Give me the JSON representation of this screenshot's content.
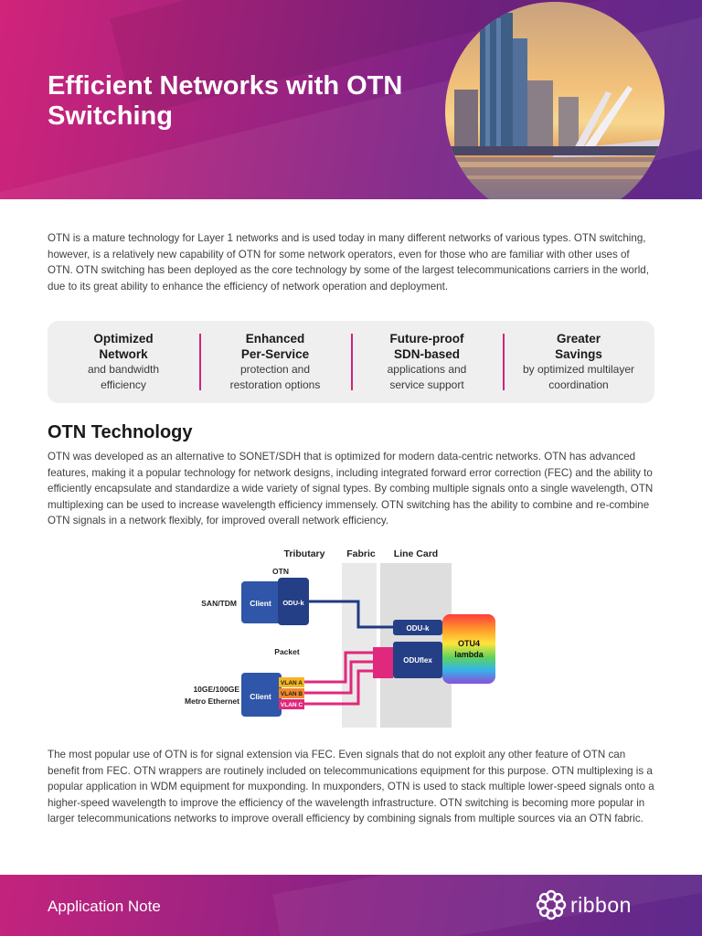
{
  "header": {
    "title": "Efficient Networks with OTN Switching"
  },
  "intro": "OTN is a mature technology for Layer 1 networks and is used today in many different networks of various types. OTN switching, however, is a relatively new capability of OTN for some network operators, even for those who are familiar with other uses of OTN. OTN switching has been deployed as the core technology by some of the largest telecommunications carriers in the world, due to its great ability to enhance the efficiency of network operation and deployment.",
  "features": [
    {
      "title_1": "Optimized",
      "title_2": "Network",
      "sub_1": "and bandwidth",
      "sub_2": "efficiency"
    },
    {
      "title_1": "Enhanced",
      "title_2": "Per-Service",
      "sub_1": "protection and",
      "sub_2": "restoration options"
    },
    {
      "title_1": "Future-proof",
      "title_2": "SDN-based",
      "sub_1": "applications and",
      "sub_2": "service support"
    },
    {
      "title_1": "Greater",
      "title_2": "Savings",
      "sub_1": "by optimized multilayer",
      "sub_2": "coordination"
    }
  ],
  "technology": {
    "heading": "OTN Technology",
    "body": "OTN was developed as an alternative to SONET/SDH that is optimized for modern data-centric networks. OTN has advanced features, making it a popular technology for network designs, including integrated forward error correction (FEC) and the ability to efficiently encapsulate and standardize a wide variety of signal types. By combing multiple signals onto a single wavelength, OTN multiplexing can be used to increase wavelength efficiency immensely. OTN switching has the ability to combine and re-combine OTN signals in a network flexibly, for improved overall network efficiency."
  },
  "diagram": {
    "col_tributary": "Tributary",
    "col_fabric": "Fabric",
    "col_linecard": "Line Card",
    "otn_label": "OTN",
    "san_label": "SAN/TDM",
    "client_1": "Client",
    "oduk_trib": "ODU-k",
    "oduk_line": "ODU-k",
    "packet_label": "Packet",
    "oduflex": "ODUflex",
    "eth_label_1": "10GE/100GE",
    "eth_label_2": "Metro Ethernet",
    "client_2": "Client",
    "vlan_a": "VLAN A",
    "vlan_b": "VLAN B",
    "vlan_c": "VLAN C",
    "otu4_1": "OTU4",
    "otu4_2": "lambda",
    "colors": {
      "client": "#2f56a8",
      "odu": "#253f86",
      "link": "#1f3a82",
      "pink": "#e0287c",
      "vlan_a": "#f5b523",
      "vlan_b": "#f0892b",
      "vlan_c": "#e0287c"
    }
  },
  "outro": "The most popular use of OTN is for signal extension via FEC. Even signals that do not exploit any other feature of OTN can benefit from FEC. OTN wrappers are routinely included on telecommunications equipment for this purpose. OTN multiplexing is a popular application in WDM equipment for muxponding. In muxponders, OTN is used to stack multiple lower-speed signals onto a higher-speed wavelength to improve the efficiency of the wavelength infrastructure. OTN switching is becoming more popular in larger telecommunications networks to improve overall efficiency by combining signals from multiple sources via an OTN fabric.",
  "footer": {
    "label": "Application Note",
    "brand": "ribbon",
    "brand_color": "#ffffff"
  },
  "icons": [
    "ribbon-logo-icon"
  ]
}
